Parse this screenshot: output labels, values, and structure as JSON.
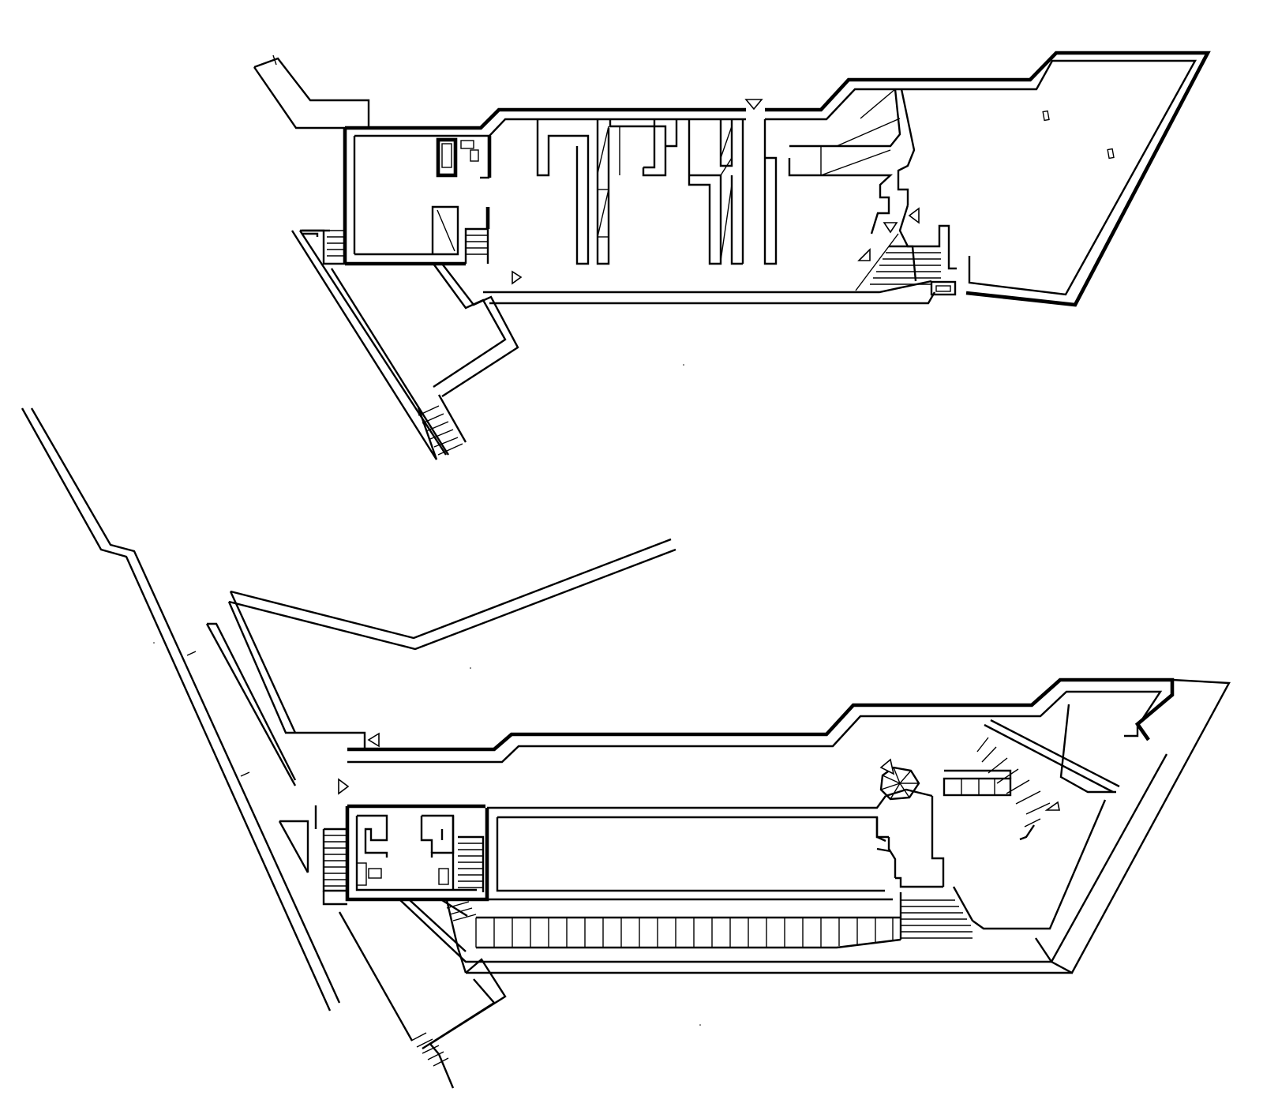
{
  "drawing": {
    "kind": "architectural floor plans",
    "plans": [
      {
        "id": "upper-plan",
        "entrance_markers": 5,
        "stair_flights": 4
      },
      {
        "id": "lower-plan",
        "entrance_markers": 4,
        "stair_flights": 6
      }
    ],
    "colors": {
      "ink": "#000000",
      "paper": "#ffffff"
    }
  }
}
